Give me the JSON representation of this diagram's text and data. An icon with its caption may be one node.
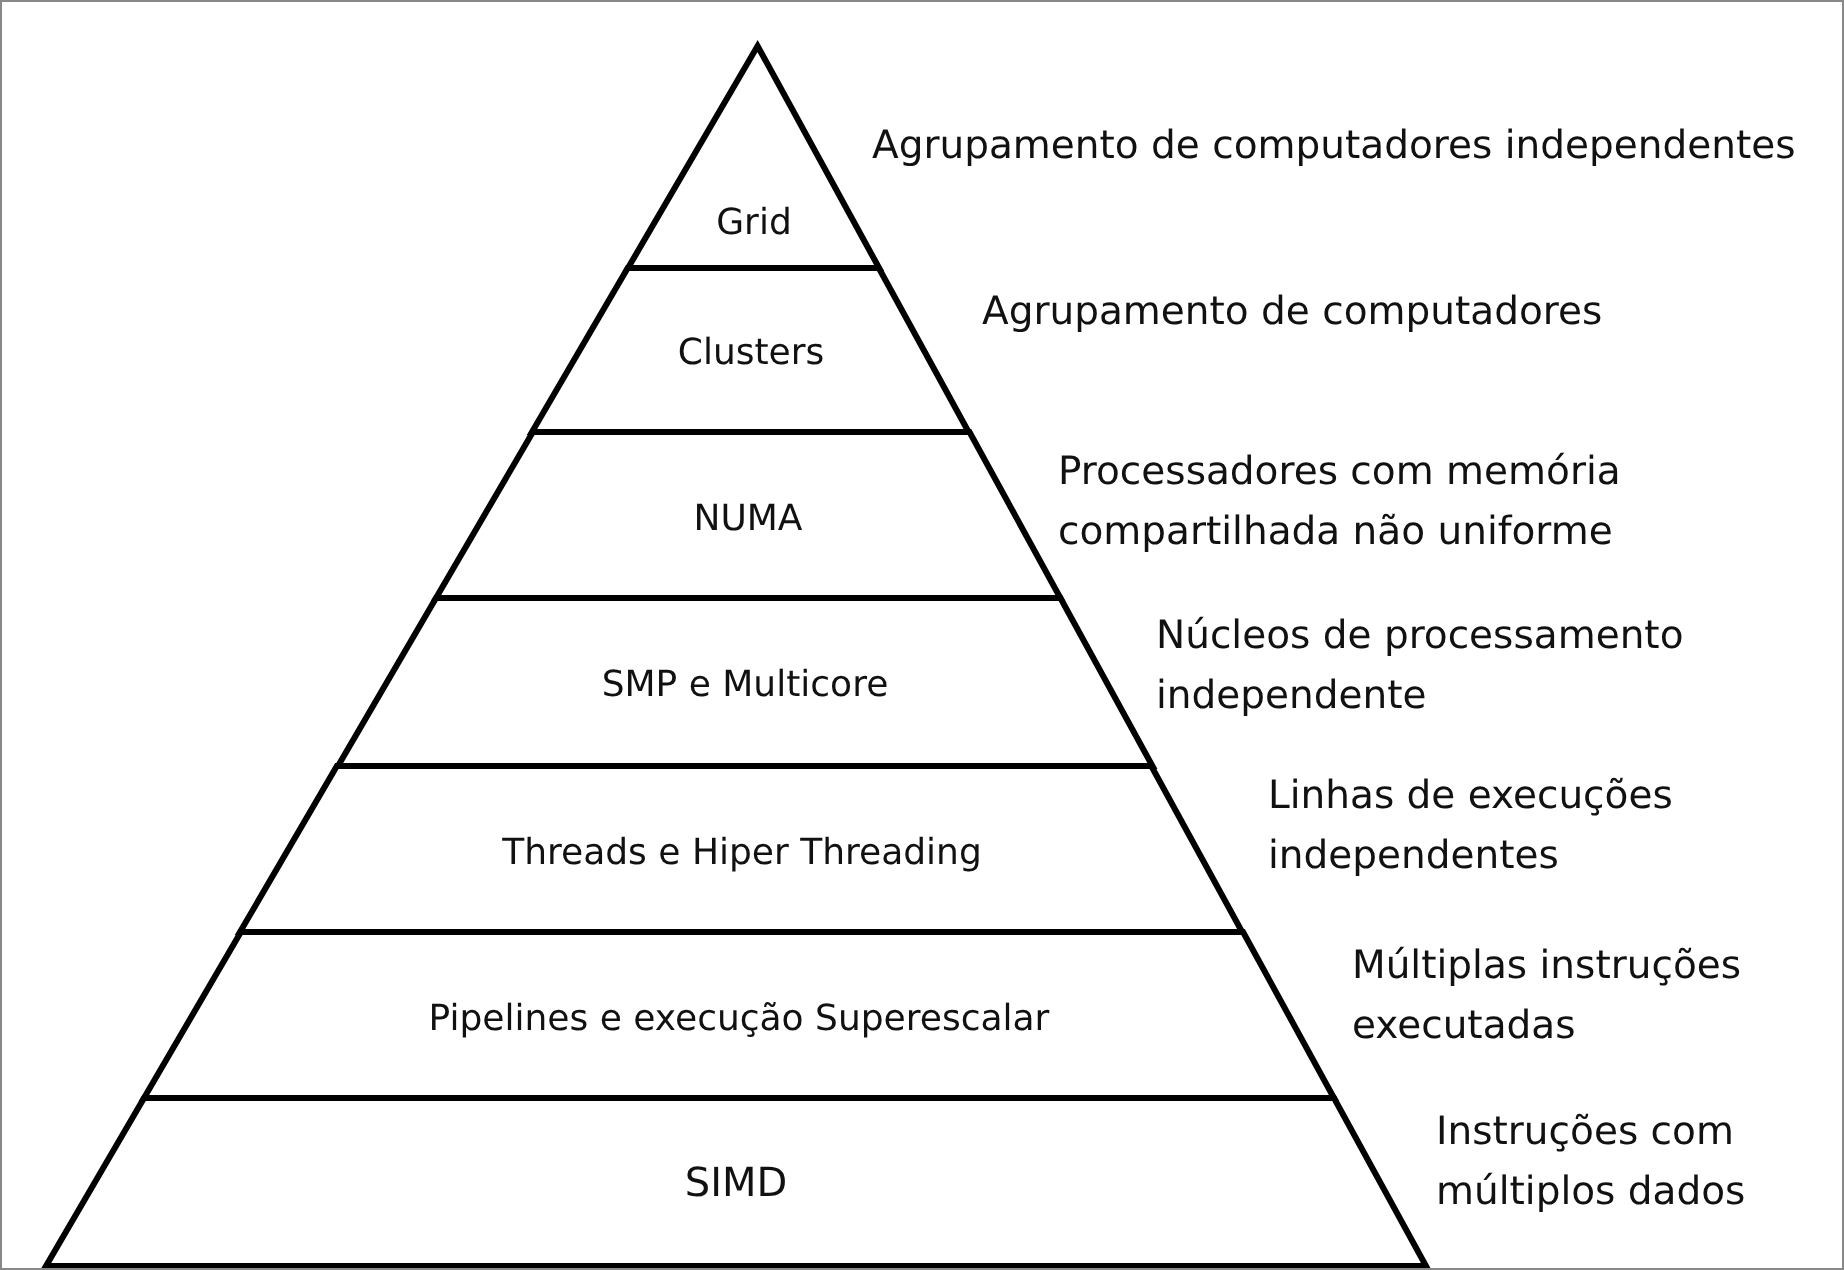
{
  "diagram": {
    "nodes": [
      {
        "text": [
          "Grid"
        ],
        "beside": [
          "Agrupamento de computadores independentes"
        ]
      },
      {
        "text": [
          "Clusters"
        ],
        "beside": [
          "Agrupamento de computadores"
        ]
      },
      {
        "text": [
          "NUMA"
        ],
        "beside": [
          "Processadores com memória compartilhada não uniforme"
        ]
      },
      {
        "text": [
          "SMP e Multicore"
        ],
        "beside": [
          "Núcleos de processamento independente"
        ]
      },
      {
        "text": [
          "Threads e Hiper Threading"
        ],
        "beside": [
          "Linhas de execuções independentes"
        ]
      },
      {
        "text": [
          "Pipelines e execução Superescalar"
        ],
        "beside": [
          "Múltiplas instruções executadas"
        ]
      },
      {
        "text": [
          "SIMD"
        ],
        "beside": [
          "Instruções com múltiplos dados"
        ]
      }
    ]
  }
}
